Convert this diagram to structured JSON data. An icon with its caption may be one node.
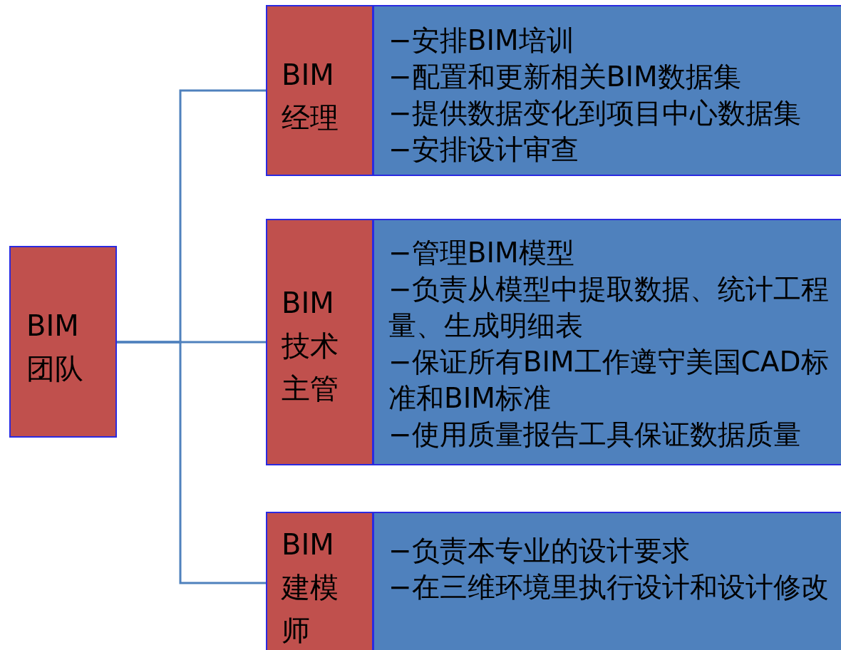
{
  "diagram": {
    "nodes": [
      {
        "text": [
          "BIM团队"
        ]
      },
      {
        "text": [
          "BIM经理"
        ]
      },
      {
        "text": [
          "−安排BIM培训",
          "−配置和更新相关BIM数据集",
          "−提供数据变化到项目中心数据集",
          "−安排设计审查"
        ]
      },
      {
        "text": [
          "BIM技术主管"
        ]
      },
      {
        "text": [
          "−管理BIM模型",
          "−负责从模型中提取数据、统计工程量、生成明细表",
          "−保证所有BIM工作遵守美国CAD标准和BIM标准",
          "−使用质量报告工具保证数据质量"
        ]
      },
      {
        "text": [
          "BIM建模师"
        ]
      },
      {
        "text": [
          "−负责本专业的设计要求",
          "−在三维环境里执行设计和设计修改"
        ]
      }
    ],
    "edges": [
      {
        "from": 0,
        "to": 1,
        "arrow": "none"
      },
      {
        "from": 0,
        "to": 3,
        "arrow": "none"
      },
      {
        "from": 0,
        "to": 5,
        "arrow": "none"
      }
    ]
  }
}
